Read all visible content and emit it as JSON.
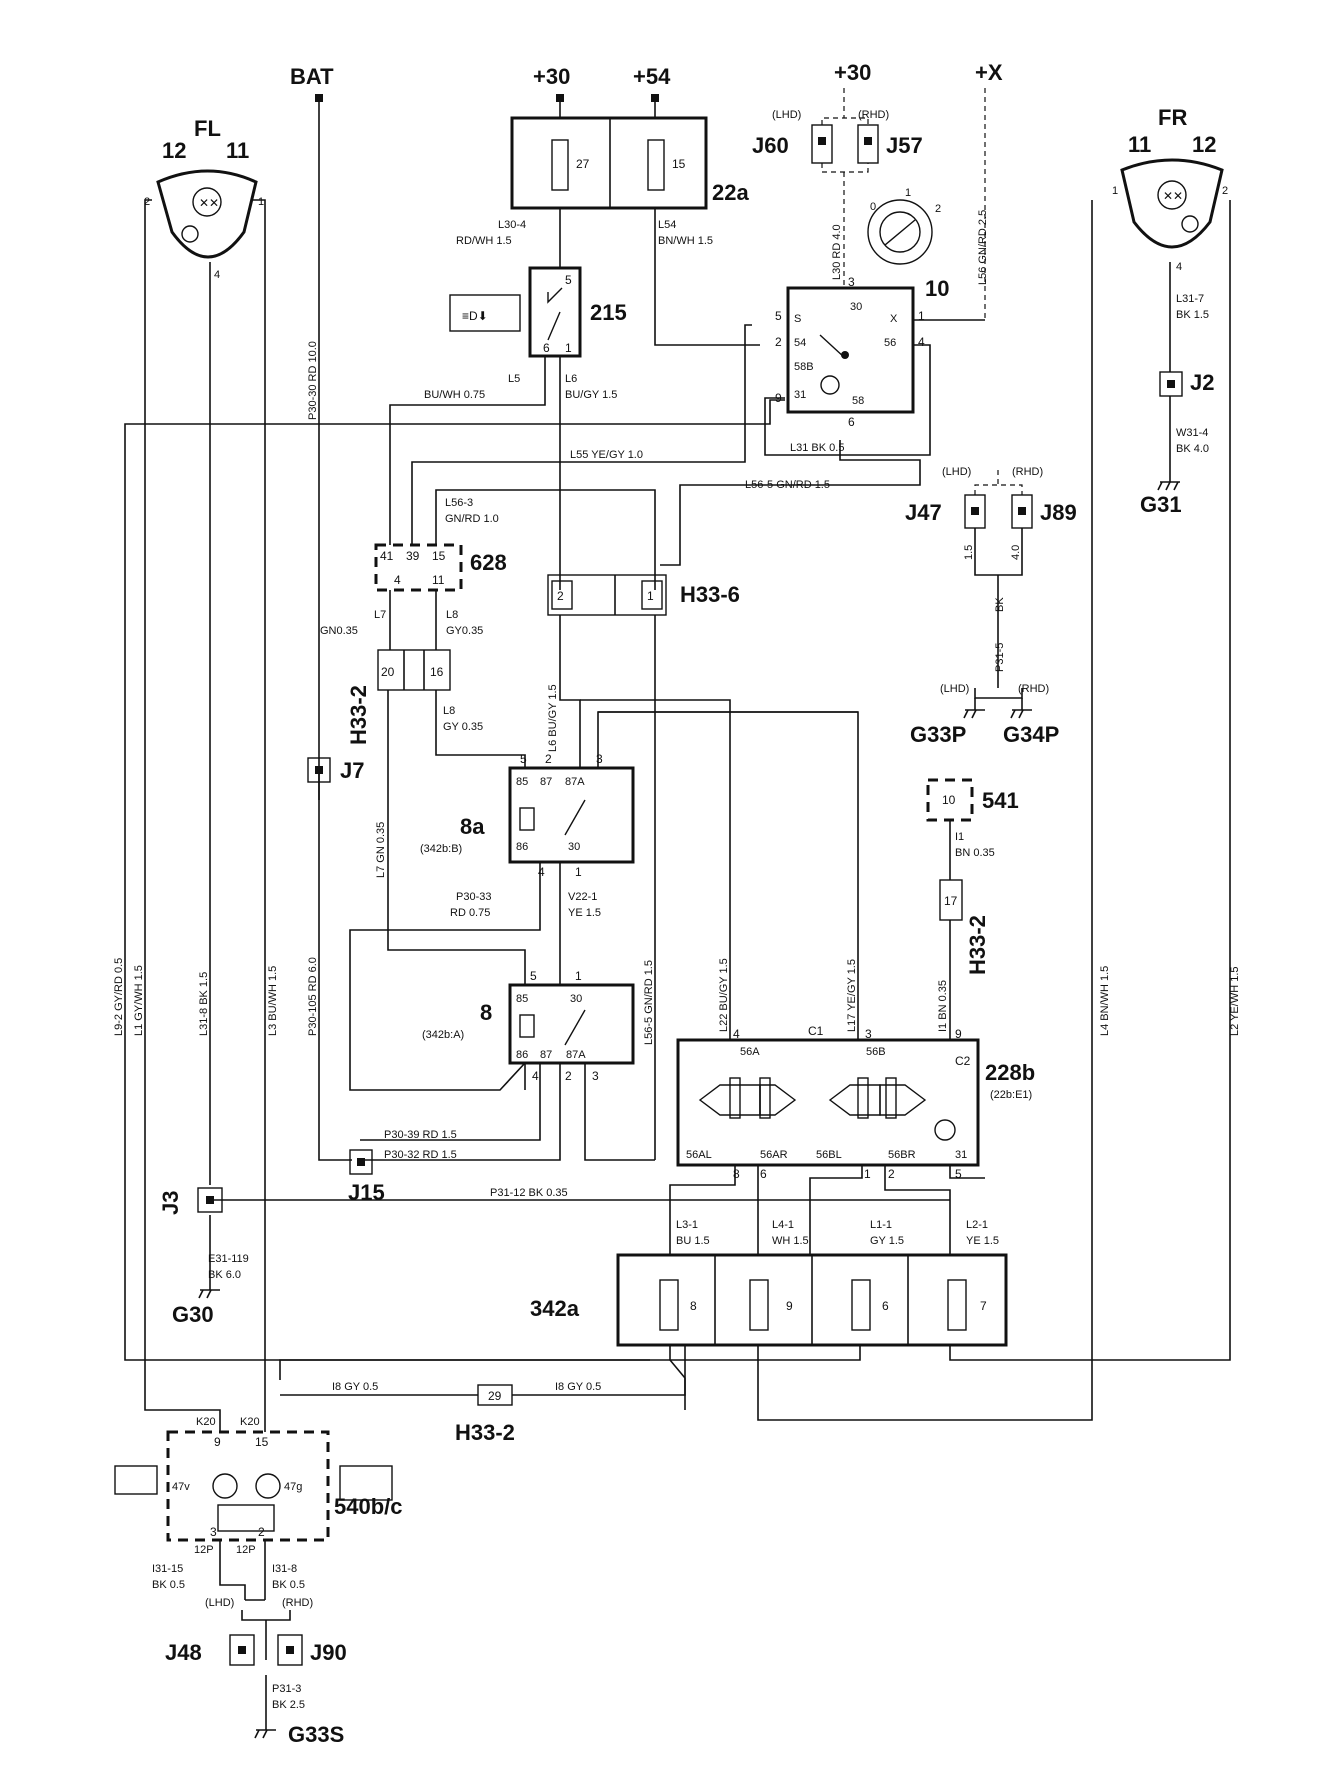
{
  "supplies": {
    "bat": "BAT",
    "p30a": "+30",
    "p54": "+54",
    "p30b": "+30",
    "px": "+X"
  },
  "lamps": {
    "fl": {
      "name": "FL",
      "pin12": "12",
      "pin11": "11"
    },
    "fr": {
      "name": "FR",
      "pin11": "11",
      "pin12": "12"
    }
  },
  "components": {
    "fuse_box_22a": {
      "id": "22a",
      "fuses": [
        "27",
        "15"
      ]
    },
    "relay_215": {
      "id": "215",
      "pins": [
        "5",
        "6",
        "1"
      ]
    },
    "switch_10": {
      "id": "10",
      "terminals": [
        "S",
        "54",
        "58B",
        "31",
        "30",
        "X",
        "56",
        "58"
      ],
      "knob": [
        "0",
        "1",
        "2"
      ]
    },
    "unit_628": {
      "id": "628",
      "pins": [
        "41",
        "39",
        "15",
        "4",
        "11"
      ]
    },
    "h33_6": {
      "id": "H33-6",
      "pins": [
        "2",
        "1"
      ]
    },
    "h33_2": {
      "id": "H33-2",
      "pins": [
        "20",
        "16"
      ],
      "pin_17": "17",
      "pin_29": "29"
    },
    "relay_8a": {
      "id": "8a",
      "ref": "(342b:B)",
      "terms": [
        "85",
        "87",
        "87A",
        "86",
        "30"
      ]
    },
    "relay_8": {
      "id": "8",
      "ref": "(342b:A)",
      "terms": [
        "85",
        "30",
        "86",
        "87",
        "87A"
      ]
    },
    "unit_541": {
      "id": "541",
      "pin": "10"
    },
    "module_228b": {
      "id": "228b",
      "ref": "(22b:E1)",
      "c1": "C1",
      "c2": "C2",
      "terms": [
        "56A",
        "56B",
        "56AL",
        "56AR",
        "56BL",
        "56BR",
        "31"
      ]
    },
    "fuse_box_342a": {
      "id": "342a",
      "fuses": [
        "8",
        "9",
        "6",
        "7"
      ]
    },
    "panel_540": {
      "id": "540b/c",
      "bulbs": [
        "47v",
        "47g"
      ],
      "k": [
        "K20",
        "K20"
      ],
      "pins": [
        "9",
        "15",
        "3",
        "2"
      ],
      "p12": [
        "12P",
        "12P"
      ]
    }
  },
  "connectors": {
    "j60": "J60",
    "j57": "J57",
    "lhd": "(LHD)",
    "rhd": "(RHD)",
    "j47": "J47",
    "j89": "J89",
    "j2": "J2",
    "j7": "J7",
    "j15": "J15",
    "j3": "J3",
    "j48": "J48",
    "j90": "J90"
  },
  "grounds": {
    "g31": "G31",
    "g33p": "G33P",
    "g34p": "G34P",
    "g30": "G30",
    "g33s": "G33S"
  },
  "wires": {
    "l30_4": [
      "L30-4",
      "RD/WH 1.5"
    ],
    "l54": [
      "L54",
      "BN/WH 1.5"
    ],
    "l30": "L30  RD 4.0",
    "l56": "L56  GN/RD 2.5",
    "l5": [
      "L5",
      "BU/WH 0.75"
    ],
    "l6": [
      "L6",
      "BU/GY 1.5"
    ],
    "l55": "L55  YE/GY  1.0",
    "l31": "L31  BK  0.5",
    "l56_3": [
      "L56-3",
      "GN/RD 1.0"
    ],
    "l56_5": "L56-5   GN/RD 1.5",
    "l31_7": [
      "L31-7",
      "BK  1.5"
    ],
    "w31_4": [
      "W31-4",
      "BK  4.0"
    ],
    "l7": [
      "L7",
      "GN0.35"
    ],
    "l8": [
      "L8",
      "GY0.35"
    ],
    "l8b": [
      "L8",
      "GY  0.35"
    ],
    "p30_30": "P30-30   RD 10.0",
    "l6v": "L6  BU/GY 1.5",
    "l7v": "L7  GN 0.35",
    "p30_33": [
      "P30-33",
      "RD 0.75"
    ],
    "v22_1": [
      "V22-1",
      "YE  1.5"
    ],
    "l56_5v": "L56-5     GN/RD 1.5",
    "l22": "L22   BU/GY  1.5",
    "l17": "L17   YE/GY  1.5",
    "i1v": "I1    BN 0.35",
    "i1": [
      "I1",
      "BN  0.35"
    ],
    "p31_5": "P31-5",
    "bk": "BK",
    "v15": "1.5",
    "v40": "4.0",
    "l9_2": "L9-2   GY/RD 0.5",
    "l1": "L1  GY/WH 1.5",
    "l31_8": "L31-8   BK  1.5",
    "l3": "L3   BU/WH 1.5",
    "p30_105": "P30-105     RD 6.0",
    "l4": "L4   BN/WH 1.5",
    "l2": "L2   YE/WH 1.5",
    "p30_39": "P30-39   RD  1.5",
    "p30_32": "P30-32   RD  1.5",
    "p31_12": "P31-12   BK  0.35",
    "e31_119": [
      "E31-119",
      "BK  6.0"
    ],
    "l3_1": [
      "L3-1",
      "BU  1.5"
    ],
    "l4_1": [
      "L4-1",
      "WH 1.5"
    ],
    "l1_1": [
      "L1-1",
      "GY  1.5"
    ],
    "l2_1": [
      "L2-1",
      "YE  1.5"
    ],
    "i8a": "I8   GY  0.5",
    "i8b": "I8   GY  0.5",
    "i31_15": [
      "I31-15",
      "BK  0.5"
    ],
    "i31_8": [
      "I31-8",
      "BK  0.5"
    ],
    "p31_3": [
      "P31-3",
      "BK 2.5"
    ]
  }
}
